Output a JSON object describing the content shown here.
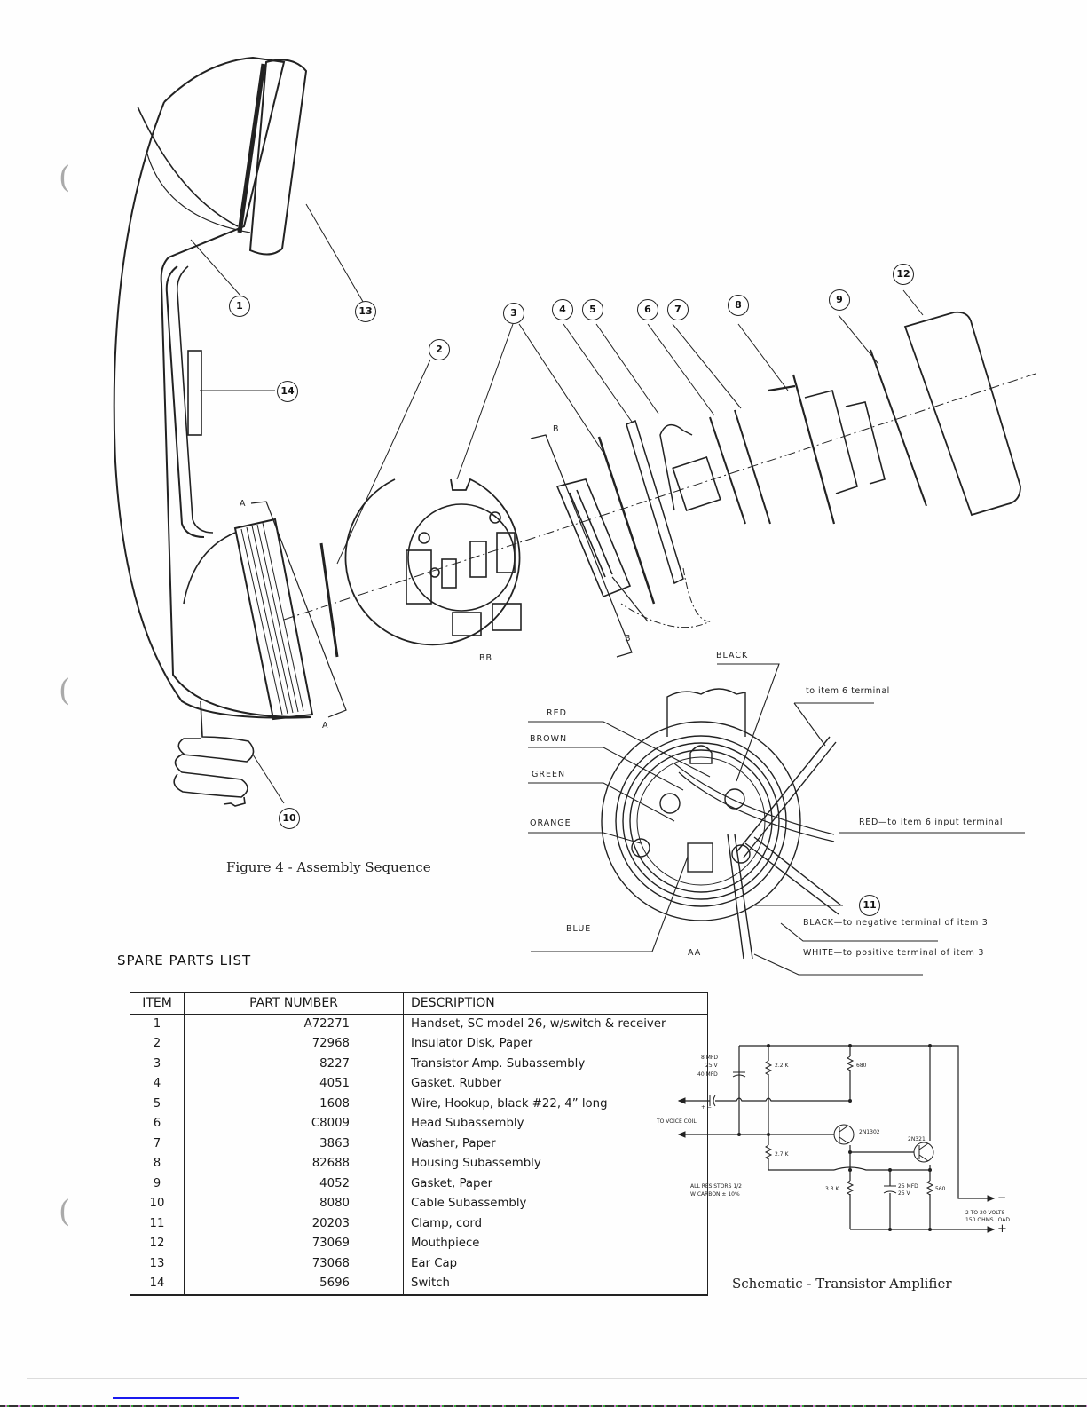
{
  "figure": {
    "caption": "Figure 4 - Assembly Sequence",
    "balloons": [
      "1",
      "2",
      "3",
      "4",
      "5",
      "6",
      "7",
      "8",
      "9",
      "10",
      "11",
      "12",
      "13",
      "14"
    ],
    "section_labels": {
      "a_top": "A",
      "a_bottom": "A",
      "b_top": "B",
      "b_bottom": "B",
      "bb": "BB",
      "aa": "AA"
    }
  },
  "wiring": {
    "labels": {
      "black": "BLACK",
      "red": "RED",
      "brown": "BROWN",
      "green": "GREEN",
      "orange": "ORANGE",
      "blue": "BLUE",
      "to_item6": "to item 6 terminal",
      "red_input": "RED—to item 6 input terminal",
      "black_neg": "BLACK—to negative terminal of item 3",
      "white_pos": "WHITE—to positive terminal of item 3"
    },
    "clamp_balloon": "11"
  },
  "parts_list": {
    "title": "SPARE PARTS LIST",
    "headers": [
      "ITEM",
      "PART NUMBER",
      "DESCRIPTION"
    ],
    "rows": [
      {
        "item": "1",
        "part": "A72271",
        "desc": "Handset, SC model 26, w/switch & receiver"
      },
      {
        "item": "2",
        "part": "72968",
        "desc": "Insulator Disk, Paper"
      },
      {
        "item": "3",
        "part": "8227",
        "desc": "Transistor Amp. Subassembly"
      },
      {
        "item": "4",
        "part": "4051",
        "desc": "Gasket, Rubber"
      },
      {
        "item": "5",
        "part": "1608",
        "desc": "Wire, Hookup, black #22, 4” long"
      },
      {
        "item": "6",
        "part": "C8009",
        "desc": "Head Subassembly"
      },
      {
        "item": "7",
        "part": "3863",
        "desc": "Washer, Paper"
      },
      {
        "item": "8",
        "part": "82688",
        "desc": "Housing Subassembly"
      },
      {
        "item": "9",
        "part": "4052",
        "desc": "Gasket, Paper"
      },
      {
        "item": "10",
        "part": "8080",
        "desc": "Cable Subassembly"
      },
      {
        "item": "11",
        "part": "20203",
        "desc": "Clamp, cord"
      },
      {
        "item": "12",
        "part": "73069",
        "desc": "Mouthpiece"
      },
      {
        "item": "13",
        "part": "73068",
        "desc": "Ear Cap"
      },
      {
        "item": "14",
        "part": "5696",
        "desc": "Switch"
      }
    ]
  },
  "schematic": {
    "caption": "Schematic - Transistor Amplifier",
    "labels": {
      "c1": "8 MFD",
      "c1v": "25 V",
      "c2": "40 MFD",
      "c2pol": "+ −",
      "voice_coil": "TO VOICE COIL",
      "r1": "2.2 K",
      "r2": "680",
      "q1": "2N1302",
      "q2": "2N321",
      "r3": "2.7 K",
      "r4": "3.3 K",
      "c3": "25 MFD",
      "c3v": "25 V",
      "r5": "560",
      "note1": "ALL RESISTORS 1/2",
      "note2": "W CARBON ± 10%",
      "out1": "2 TO 20 VOLTS",
      "out2": "150 OHMS LOAD",
      "minus": "−",
      "plus": "+"
    }
  }
}
